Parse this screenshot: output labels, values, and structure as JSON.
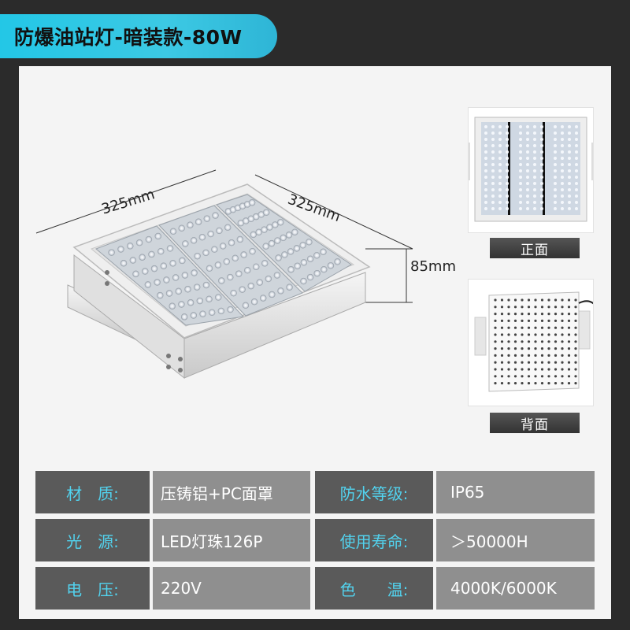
{
  "title": "防爆油站灯-暗装款-80W",
  "dimensions": {
    "width": "325mm",
    "depth": "325mm",
    "height": "85mm"
  },
  "views": {
    "front_caption": "正面",
    "back_caption": "背面"
  },
  "specs": [
    {
      "label1": "材　质:",
      "value1": "压铸铝+PC面罩",
      "label2": "防水等级:",
      "value2": "IP65"
    },
    {
      "label1": "光　源:",
      "value1": "LED灯珠126P",
      "label2": "使用寿命:",
      "value2": "＞50000H"
    },
    {
      "label1": "电　压:",
      "value1": "220V",
      "label2": "色　　温:",
      "value2": "4000K/6000K"
    }
  ],
  "colors": {
    "accent": "#23c7e6",
    "label_bg": "#5a5a5a",
    "value_bg": "#8f8f8f",
    "label_text": "#52d3ef"
  }
}
